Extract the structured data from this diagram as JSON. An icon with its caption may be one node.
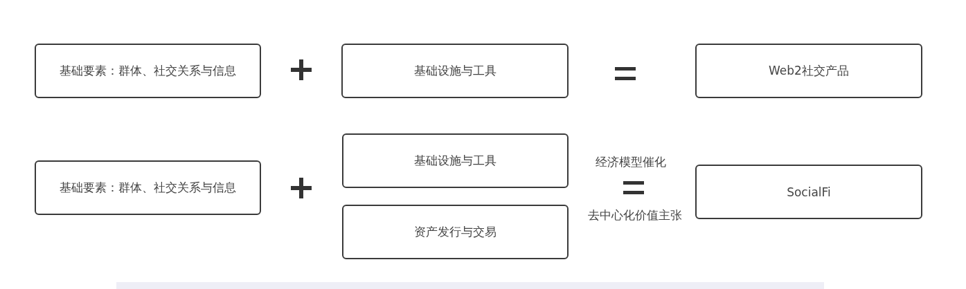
{
  "diagram": {
    "nodes": [
      {
        "text": [
          "基础要素：群体、社交关系与信息"
        ]
      },
      {
        "text": [
          "基础设施与工具"
        ]
      },
      {
        "text": [
          "Web2社交产品"
        ]
      },
      {
        "text": [
          "基础要素：群体、社交关系与信息"
        ]
      },
      {
        "text": [
          "基础设施与工具"
        ]
      },
      {
        "text": [
          "资产发行与交易"
        ]
      },
      {
        "text": [
          "SocialFi"
        ]
      }
    ],
    "labels": [
      "经济模型催化",
      "去中心化价值主张"
    ]
  }
}
